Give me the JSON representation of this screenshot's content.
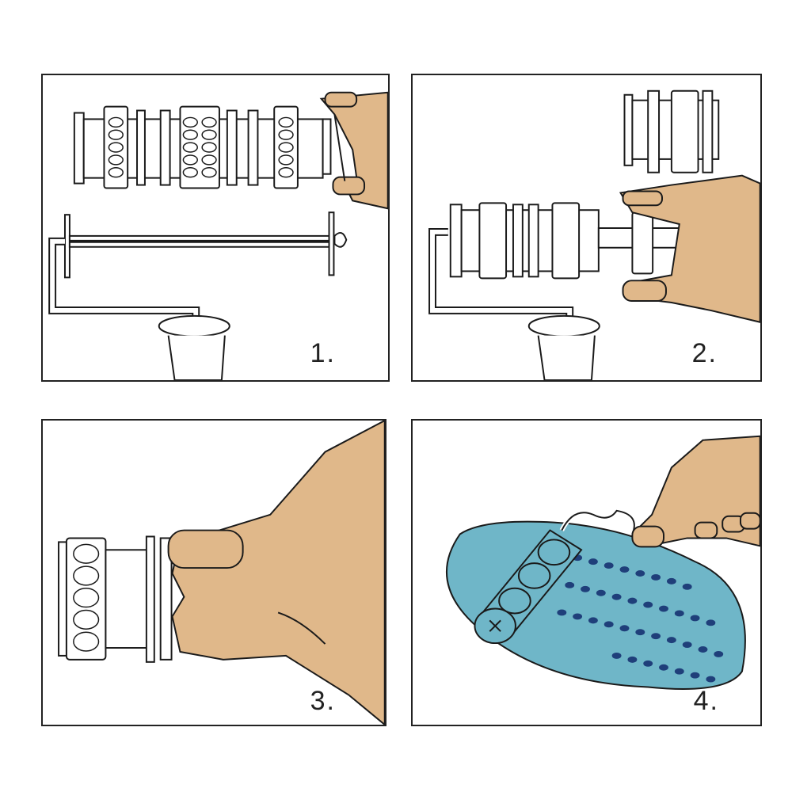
{
  "steps": [
    {
      "label": "1."
    },
    {
      "label": "2."
    },
    {
      "label": "3."
    },
    {
      "label": "4."
    }
  ],
  "colors": {
    "skin": "#e0b88a",
    "outline": "#1a1a1a",
    "dough": "#6fb6c8",
    "dough_holes": "#1f3f7a"
  }
}
